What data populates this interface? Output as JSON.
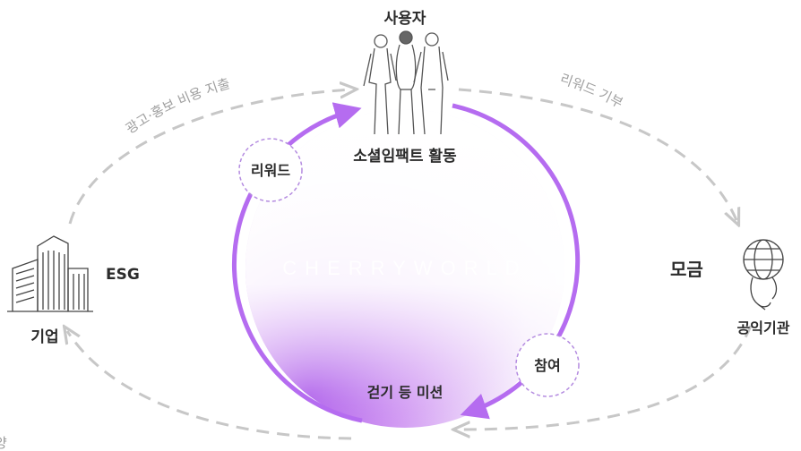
{
  "diagram": {
    "watermark": "CHERRYWORLD",
    "nodes": {
      "user_title": "사용자",
      "user_activity": "소셜임팩트 활동",
      "corporate_tag": "ESG",
      "corporate": "기업",
      "fundraise": "모금",
      "public_org": "공익기관",
      "mission": "걷기 등 미션",
      "partial_left_label": "양"
    },
    "badges": {
      "reward": "리워드",
      "participate": "참여"
    },
    "flows": {
      "ad_spend": "광고·홍보 비용 지출",
      "reward_donation": "리워드 기부"
    },
    "colors": {
      "accent": "#b56cf0",
      "dashed": "#c7c7c7",
      "badge_border": "#b48be0",
      "text": "#2b2b2b"
    }
  }
}
